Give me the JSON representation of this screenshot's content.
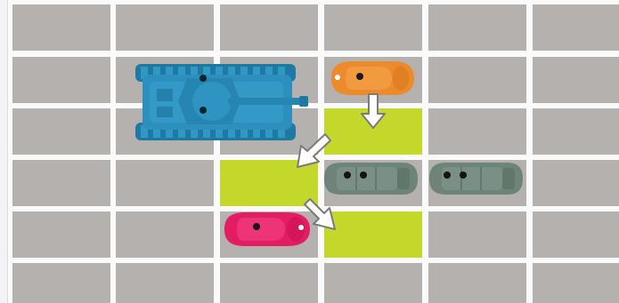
{
  "board": {
    "rows": 6,
    "cols": 6,
    "cell_color": "#b5b1ae",
    "highlight_color": "#c3d82b",
    "highlighted_cells": [
      {
        "row": 2,
        "col": 3
      },
      {
        "row": 3,
        "col": 2
      },
      {
        "row": 4,
        "col": 3
      }
    ]
  },
  "pieces": [
    {
      "id": "tank",
      "kind": "tank",
      "color": "#2c8fbd",
      "row": 1,
      "col": 1,
      "span_cols": 2,
      "span_rows": 2
    },
    {
      "id": "orange-car",
      "kind": "car",
      "color": "#ec8a2c",
      "row": 1,
      "col": 3
    },
    {
      "id": "gray-car-1",
      "kind": "car",
      "color": "#6f8479",
      "row": 3,
      "col": 3
    },
    {
      "id": "gray-car-2",
      "kind": "car",
      "color": "#6f8479",
      "row": 3,
      "col": 4
    },
    {
      "id": "pink-car",
      "kind": "car",
      "color": "#e31d63",
      "row": 4,
      "col": 2
    }
  ],
  "arrows": [
    {
      "id": "arrow-down",
      "direction": "down"
    },
    {
      "id": "arrow-down-left",
      "direction": "down-left"
    },
    {
      "id": "arrow-down-right",
      "direction": "down-right"
    }
  ]
}
